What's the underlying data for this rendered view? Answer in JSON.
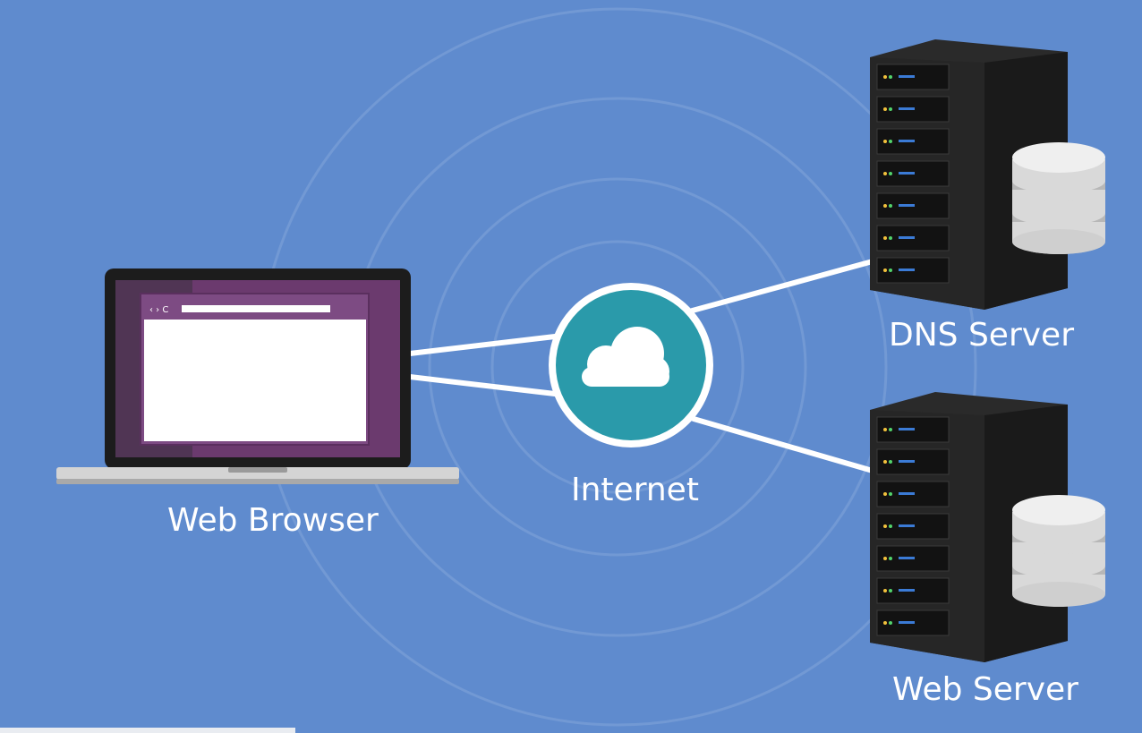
{
  "colors": {
    "background": "#5f8bce",
    "ring": "#7a9fd8",
    "link": "#ffffff",
    "cloud_fill": "#2a9aaa",
    "laptop_frame": "#1c1c1c",
    "laptop_screen": "#6b3a6e",
    "browser_chrome": "#7d4b83",
    "server_body": "#232323",
    "database": "#d9d9d9"
  },
  "nodes": {
    "browser": {
      "label": "Web Browser",
      "icon": "laptop-icon"
    },
    "internet": {
      "label": "Internet",
      "icon": "cloud-icon"
    },
    "dns": {
      "label": "DNS Server",
      "icon": "server-rack-icon"
    },
    "web": {
      "label": "Web Server",
      "icon": "server-rack-icon"
    }
  },
  "browser_window": {
    "nav_glyphs": "‹ › C"
  },
  "edges": [
    {
      "from": "browser",
      "to": "internet"
    },
    {
      "from": "browser",
      "to": "internet"
    },
    {
      "from": "internet",
      "to": "dns"
    },
    {
      "from": "internet",
      "to": "web"
    }
  ]
}
